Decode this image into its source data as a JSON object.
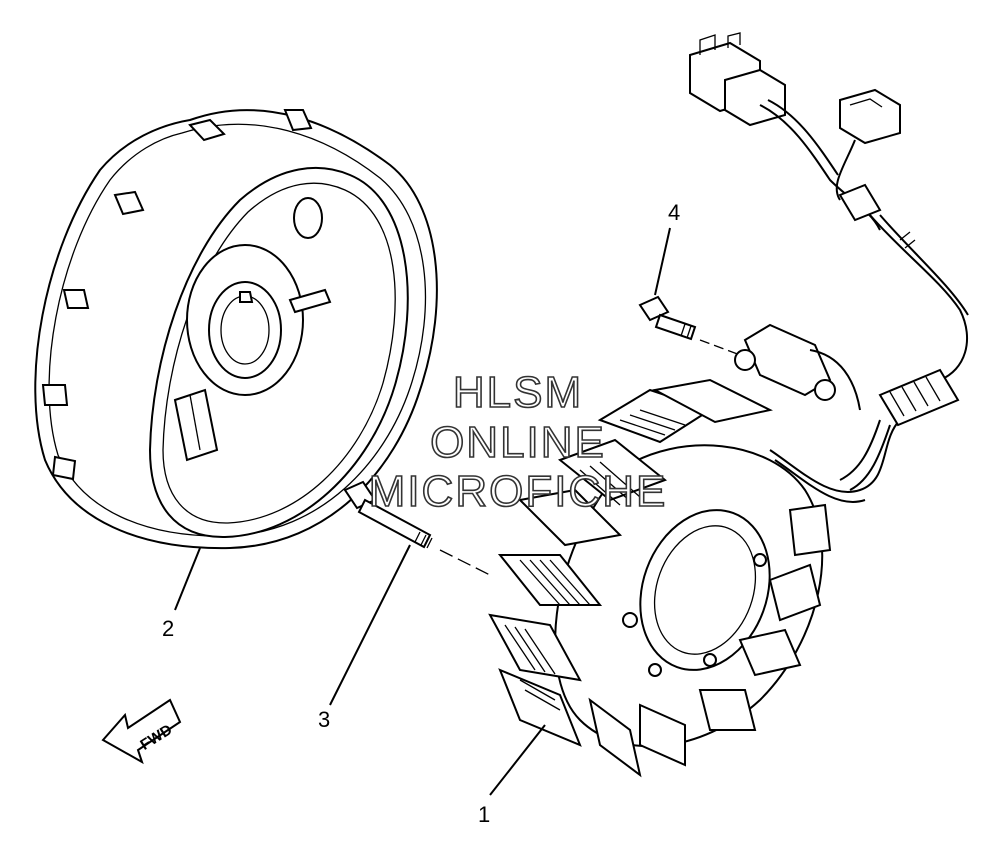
{
  "callouts": {
    "c1": "1",
    "c2": "2",
    "c3": "3",
    "c4": "4"
  },
  "fwd_label": "FWD",
  "watermark": {
    "line1": "HLSM",
    "line2": "ONLINE",
    "line3": "MICROFICHE"
  },
  "parts": {
    "p1": "stator-assembly",
    "p2": "rotor-flywheel",
    "p3": "stator-bolt",
    "p4": "pickup-coil-screw"
  }
}
